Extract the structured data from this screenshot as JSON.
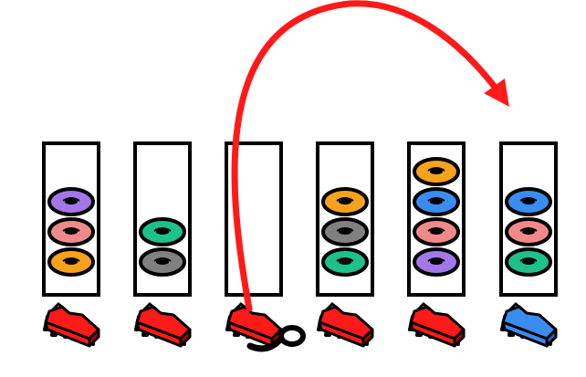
{
  "colors": {
    "purple": "#a477e9",
    "pink": "#f08a8a",
    "orange": "#f7a21b",
    "teal": "#1ec08c",
    "gray": "#808080",
    "blue": "#3a8df0",
    "red_robot": "#ff1a1a",
    "blue_robot": "#3a8df0",
    "arrow": "#ff1a1a",
    "outline": "#000000"
  },
  "columns": [
    {
      "rings_top_to_bottom": [
        "purple",
        "pink",
        "orange"
      ],
      "robot": "red_robot",
      "selected": false
    },
    {
      "rings_top_to_bottom": [
        "teal",
        "gray"
      ],
      "robot": "red_robot",
      "selected": false
    },
    {
      "rings_top_to_bottom": [],
      "robot": "red_robot",
      "selected": true
    },
    {
      "rings_top_to_bottom": [
        "orange",
        "gray",
        "teal"
      ],
      "robot": "red_robot",
      "selected": false
    },
    {
      "rings_top_to_bottom": [
        "orange",
        "blue",
        "pink",
        "purple"
      ],
      "robot": "red_robot",
      "selected": false
    },
    {
      "rings_top_to_bottom": [
        "blue",
        "pink",
        "teal"
      ],
      "robot": "blue_robot",
      "selected": false
    }
  ],
  "move_arrow": {
    "from_column": 3,
    "to_column": 6
  }
}
